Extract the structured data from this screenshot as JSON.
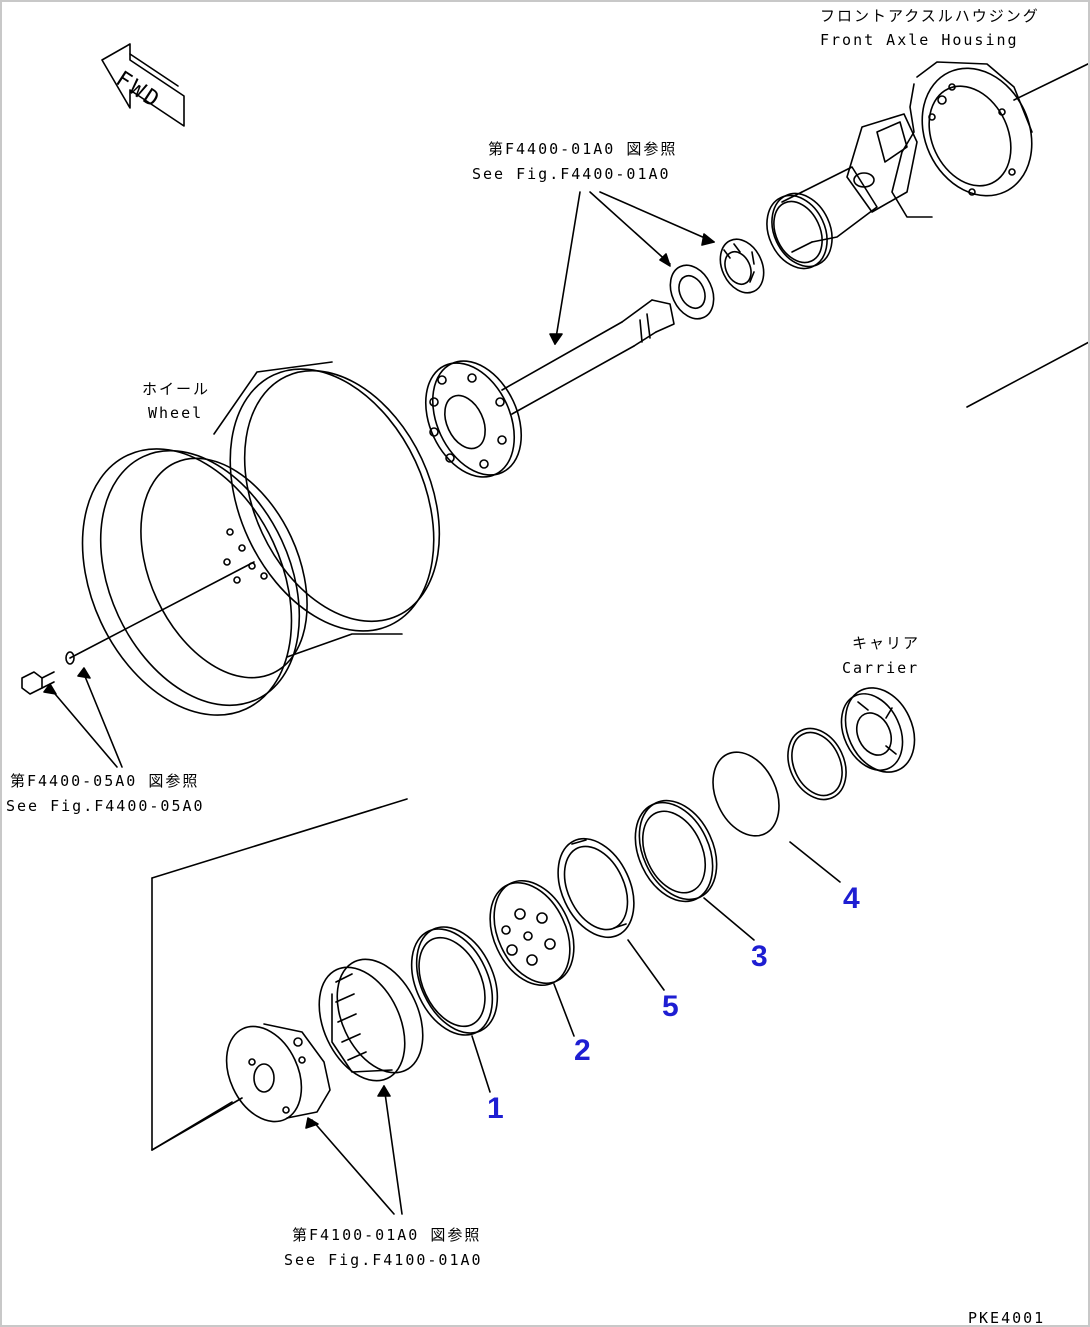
{
  "direction_arrow": {
    "label": "FWD"
  },
  "labels": {
    "front_axle_housing": {
      "jp": "フロントアクスルハウジング",
      "en": "Front Axle Housing"
    },
    "see_fig_f4400_01a0": {
      "jp": "第F4400-01A0 図参照",
      "en": "See Fig.F4400-01A0"
    },
    "wheel": {
      "jp": "ホイール",
      "en": "Wheel"
    },
    "carrier": {
      "jp": "キャリア",
      "en": "Carrier"
    },
    "see_fig_f4400_05a0": {
      "jp": "第F4400-05A0 図参照",
      "en": "See Fig.F4400-05A0"
    },
    "see_fig_f4100_01a0": {
      "jp": "第F4100-01A0 図参照",
      "en": "See Fig.F4100-01A0"
    }
  },
  "callouts": [
    "1",
    "2",
    "3",
    "4",
    "5"
  ],
  "drawing_code": "PKE4001",
  "colors": {
    "line": "#000000",
    "callout": "#1e1ed2",
    "border": "#c8c8c8"
  }
}
